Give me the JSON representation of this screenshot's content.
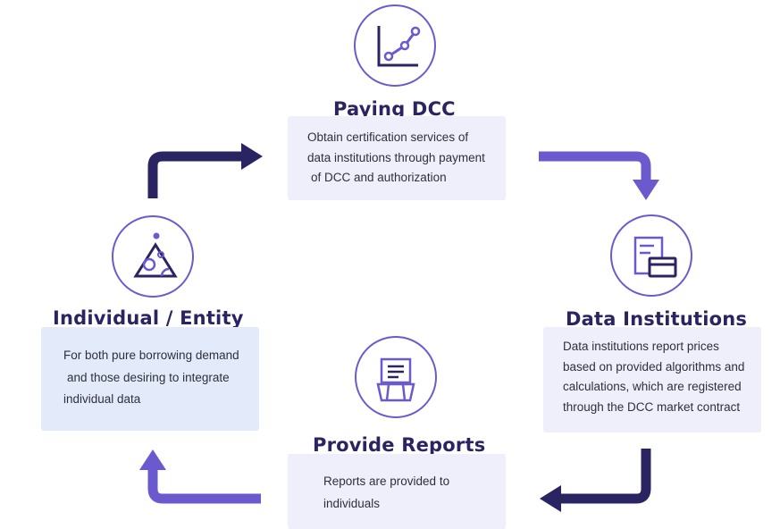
{
  "colors": {
    "primary": "#6a5acd",
    "dark": "#2a2462",
    "lavender_box": "#efeefb",
    "blue_box": "#e3ebfb"
  },
  "nodes": {
    "paying": {
      "icon": "line-chart-icon",
      "title": "Paying DCC",
      "lines": [
        "Obtain certification services of",
        "data institutions through payment",
        "of DCC and authorization"
      ]
    },
    "institutions": {
      "icon": "document-card-icon",
      "title": "Data Institutions",
      "lines": [
        "Data institutions report prices",
        "based on provided algorithms and",
        "calculations, which are registered",
        "through the DCC market contract"
      ]
    },
    "reports": {
      "icon": "report-icon",
      "title": "Provide Reports",
      "lines": [
        "Reports are provided  to",
        "individuals"
      ]
    },
    "individual": {
      "icon": "triangle-shapes-icon",
      "title": "Individual / Entity",
      "lines": [
        "For both pure borrowing demand",
        "and those desiring to integrate",
        "individual data"
      ]
    }
  }
}
